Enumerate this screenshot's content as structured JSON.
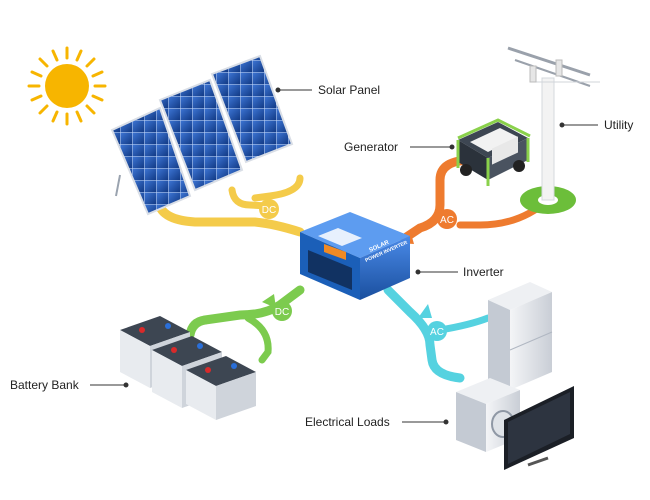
{
  "labels": {
    "solar_panel": "Solar Panel",
    "generator": "Generator",
    "utility": "Utility",
    "inverter": "Inverter",
    "battery_bank": "Battery Bank",
    "electrical_loads": "Electrical Loads"
  },
  "flows": {
    "solar_to_inverter": "DC",
    "generator_to_inverter": "AC",
    "inverter_to_battery": "DC",
    "inverter_to_loads": "AC"
  },
  "inverter_panel": {
    "line1": "SOLAR",
    "line2": "POWER INVERTER"
  },
  "colors": {
    "solar_flow": "#f4cb4a",
    "generator_flow": "#ee7b2f",
    "battery_flow": "#7ccb4e",
    "loads_flow": "#55d2e0",
    "sun": "#f7b500",
    "panel_blue": "#1f4fa6",
    "inverter_blue": "#2a6fce",
    "utility_ground": "#6cbe3a"
  },
  "icons": [
    "sun-icon",
    "solar-panel-icon",
    "generator-icon",
    "utility-pole-icon",
    "inverter-icon",
    "battery-icon",
    "refrigerator-icon",
    "washing-machine-icon",
    "television-icon"
  ]
}
